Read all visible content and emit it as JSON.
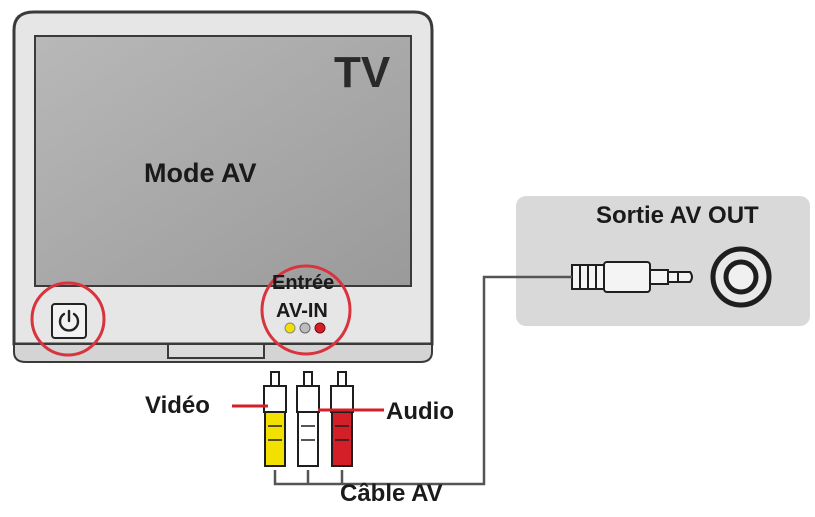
{
  "labels": {
    "tv": "TV",
    "mode": "Mode AV",
    "input_line1": "Entrée",
    "input_line2": "AV-IN",
    "output": "Sortie AV OUT",
    "video": "Vidéo",
    "audio": "Audio",
    "cable": "Câble AV"
  },
  "icons": {
    "power": "power-icon"
  },
  "colors": {
    "highlight_circle": "#d9333d",
    "video_plug": "#f2e000",
    "audio_left_plug": "#ffffff",
    "audio_right_plug": "#d41e28",
    "screen": "#a8a8a8",
    "tv_frame": "#e4e4e4",
    "output_panel": "#d9d9d9"
  }
}
